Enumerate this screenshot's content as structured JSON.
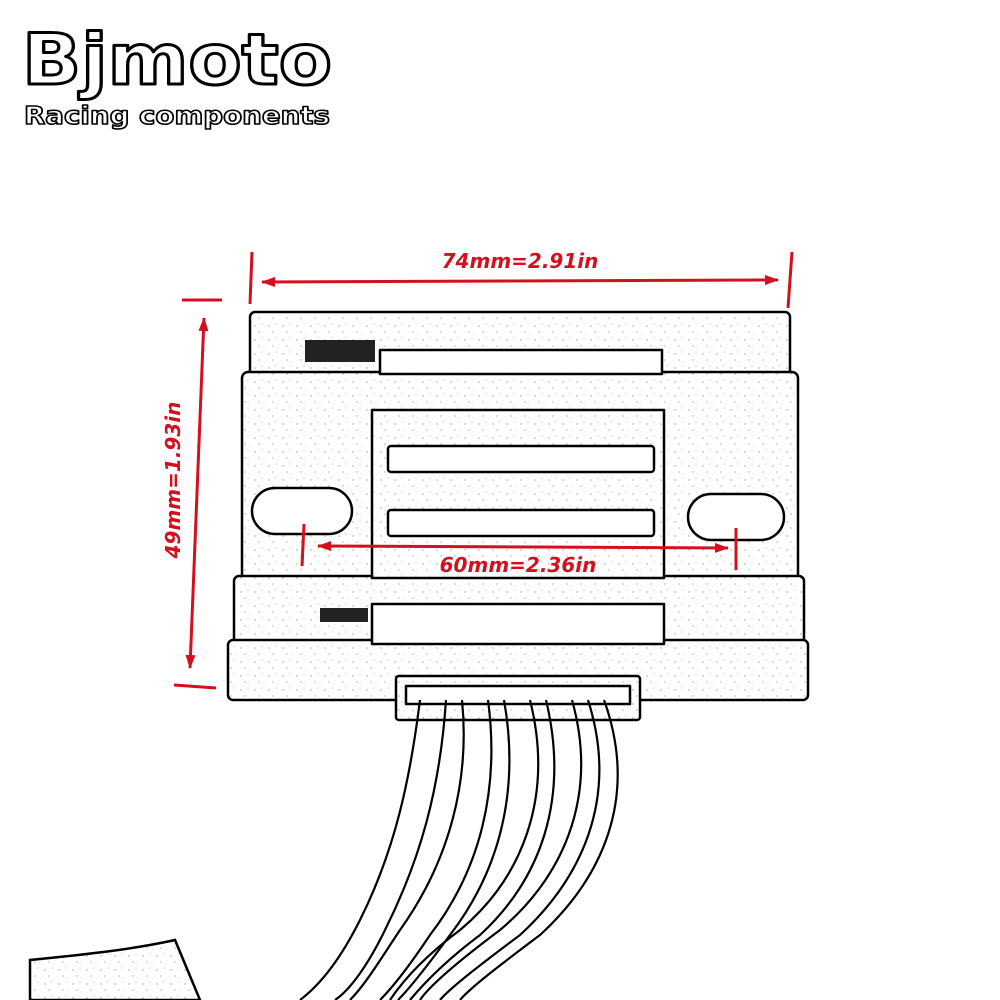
{
  "brand": {
    "name": "Bjmoto",
    "tagline": "Racing components"
  },
  "dimensions": {
    "width_label": "74mm=2.91in",
    "height_label": "49mm=1.93in",
    "hole_spacing_label": "60mm=2.36in"
  },
  "colors": {
    "dimension": "#d4101e",
    "line": "#000000",
    "background": "#ffffff"
  }
}
